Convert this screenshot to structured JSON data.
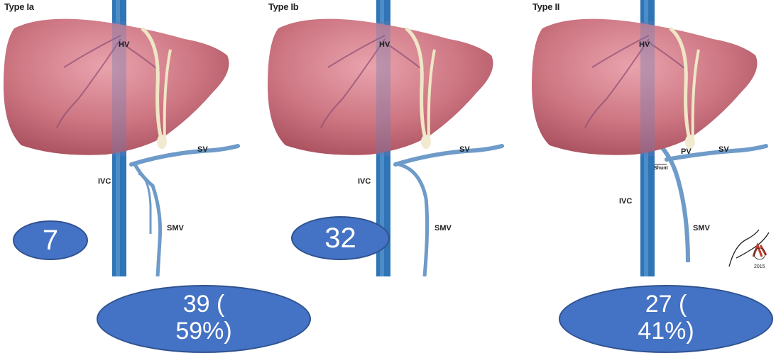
{
  "panels": [
    {
      "title": "Type Ia",
      "labels": {
        "hv": "HV",
        "ivc": "IVC",
        "sv": "SV",
        "smv": "SMV"
      }
    },
    {
      "title": "Type Ib",
      "labels": {
        "hv": "HV",
        "ivc": "IVC",
        "sv": "SV",
        "smv": "SMV"
      }
    },
    {
      "title": "Type II",
      "labels": {
        "hv": "HV",
        "ivc": "IVC",
        "sv": "SV",
        "smv": "SMV",
        "pv": "PV",
        "shunt": "Shunt"
      }
    }
  ],
  "counts": {
    "type_ia": "7",
    "type_ib": "32"
  },
  "summaries": {
    "type_i": {
      "line1": "39 (",
      "line2": "59%)"
    },
    "type_ii": {
      "line1": "27 (",
      "line2": "41%)"
    }
  },
  "signature": {
    "year": "2015"
  },
  "colors": {
    "ellipse_fill": "#4472c4",
    "ellipse_border": "#2f528f",
    "liver": "#c9737f",
    "vein": "#5b8fc4"
  }
}
